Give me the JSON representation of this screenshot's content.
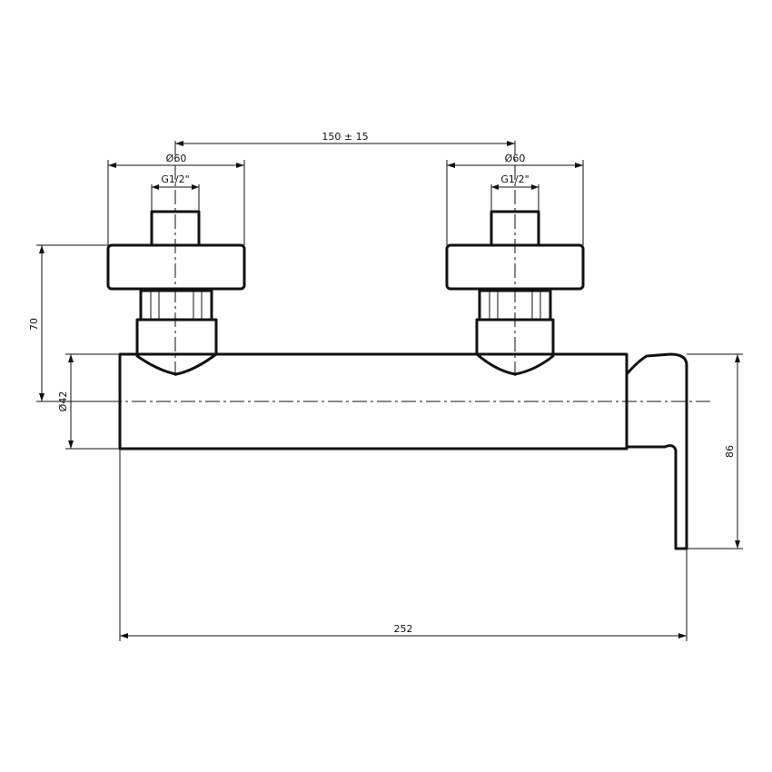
{
  "dimensions": {
    "spacing": "150 ± 15",
    "left_diameter": "Ø60",
    "right_diameter": "Ø60",
    "left_thread": "G1/2\"",
    "right_thread": "G1/2\"",
    "height_70": "70",
    "body_diameter": "Ø42",
    "depth_86": "86",
    "length_252": "252"
  }
}
